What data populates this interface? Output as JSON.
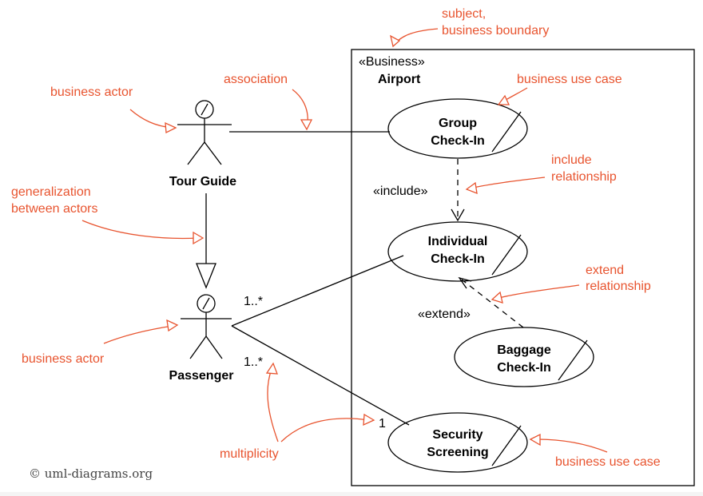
{
  "boundary": {
    "stereotype": "«Business»",
    "name": "Airport"
  },
  "actors": [
    {
      "name": "Tour Guide"
    },
    {
      "name": "Passenger"
    }
  ],
  "use_cases": [
    {
      "line1": "Group",
      "line2": "Check-In"
    },
    {
      "line1": "Individual",
      "line2": "Check-In"
    },
    {
      "line1": "Baggage",
      "line2": "Check-In"
    },
    {
      "line1": "Security",
      "line2": "Screening"
    }
  ],
  "relationships": {
    "include": "«include»",
    "extend": "«extend»"
  },
  "multiplicities": {
    "passenger_individual": "1..*",
    "passenger_security": "1..*",
    "security_end": "1"
  },
  "annotations": {
    "subject_line1": "subject,",
    "subject_line2": "business boundary",
    "business_actor_top": "business actor",
    "association": "association",
    "business_use_case_top": "business use case",
    "include_line1": "include",
    "include_line2": "relationship",
    "generalization_line1": "generalization",
    "generalization_line2": "between actors",
    "extend_line1": "extend",
    "extend_line2": "relationship",
    "business_actor_bottom": "business actor",
    "multiplicity": "multiplicity",
    "business_use_case_bottom": "business use case"
  },
  "copyright": "© uml-diagrams.org",
  "colors": {
    "annotation": "#e8542f",
    "diagram": "#000000"
  }
}
